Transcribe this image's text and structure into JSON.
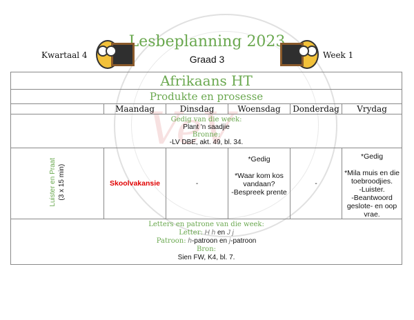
{
  "header": {
    "title": "Lesbeplanning 2023",
    "grade": "Graad 3",
    "term": "Kwartaal 4",
    "week": "Week 1"
  },
  "table": {
    "subject": "Afrikaans HT",
    "section": "Produkte en prosesse",
    "days": [
      "Maandag",
      "Dinsdag",
      "Woensdag",
      "Donderdag",
      "Vrydag"
    ],
    "poem_block": {
      "heading": "Gedig van die week:",
      "poem": "Plant 'n saadjie",
      "sources_label": "Bronne:",
      "source": "-LV DBE, akt. 49, bl. 34."
    },
    "listen_label": "Luister en Praat",
    "listen_time": "(3 x 15 min)",
    "monday": "Skoolvakansie",
    "tuesday": "-",
    "wednesday": [
      "*Gedig",
      "*Waar kom kos vandaan?",
      "-Bespreek prente"
    ],
    "thursday": "-",
    "friday": [
      "*Gedig",
      "*Mila muis en die toebroodjies.",
      "-Luister.",
      "-Beantwoord geslote- en oop vrae."
    ],
    "letters_block": {
      "heading": "Letters en patrone van die week:",
      "letter_label": "Letter:",
      "letter_1": "H h",
      "letter_and": "en",
      "letter_2": "J j",
      "pattern_label": "Patroon:",
      "pattern_1": "h",
      "pattern_mid": "-patroon en",
      "pattern_2": "j",
      "pattern_end": "-patroon",
      "source_label": "Bron:",
      "source": "Sien FW, K4, bl. 7."
    }
  }
}
